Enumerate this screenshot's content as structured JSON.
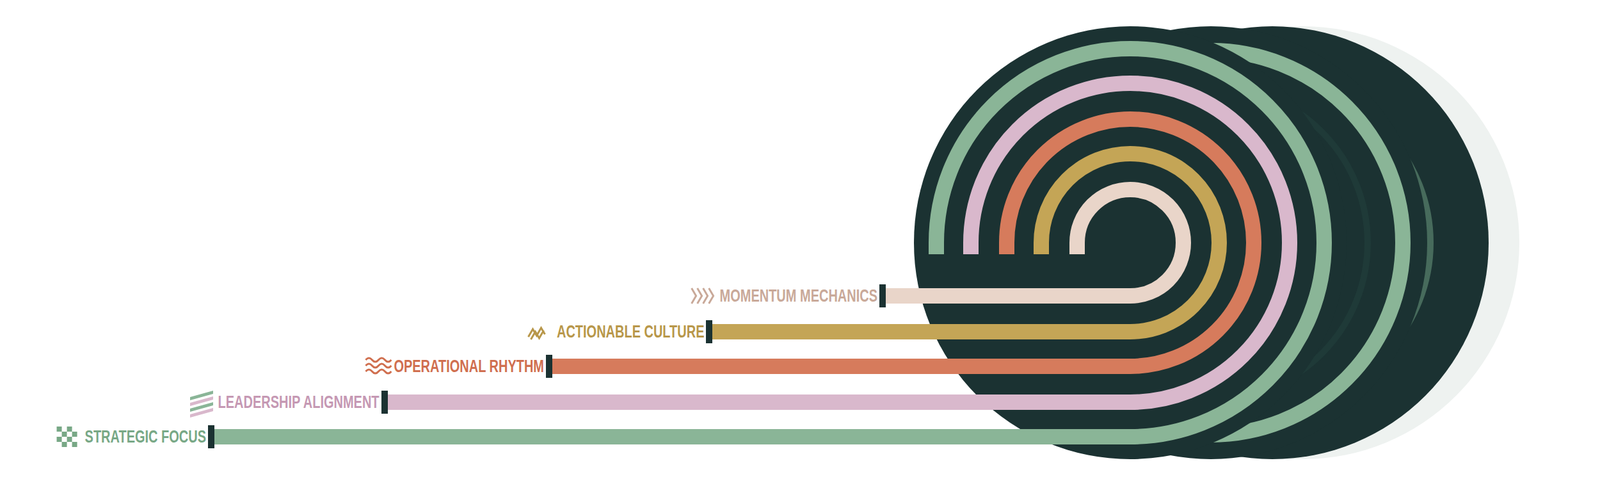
{
  "diagram": {
    "labels": [
      "MOMENTUM MECHANICS",
      "ACTIONABLE CULTURE",
      "OPERATIONAL RHYTHM",
      "LEADERSHIP ALIGNMENT",
      "STRATEGIC FOCUS"
    ]
  }
}
